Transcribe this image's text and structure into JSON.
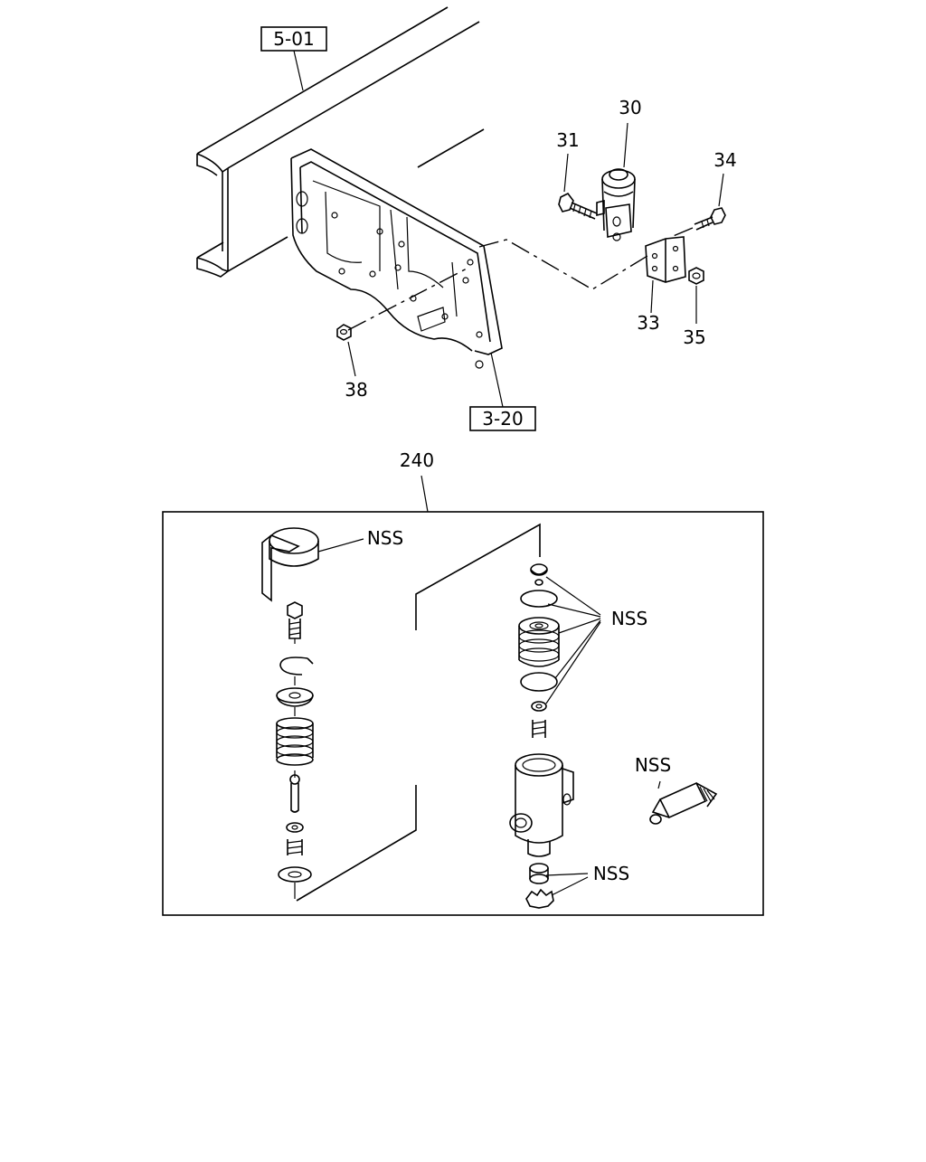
{
  "refs": {
    "ref_501": "5-01",
    "ref_320": "3-20"
  },
  "callouts": {
    "c30": "30",
    "c31": "31",
    "c33": "33",
    "c34": "34",
    "c35": "35",
    "c38": "38",
    "c240": "240"
  },
  "kit": {
    "nss_label": "NSS"
  }
}
